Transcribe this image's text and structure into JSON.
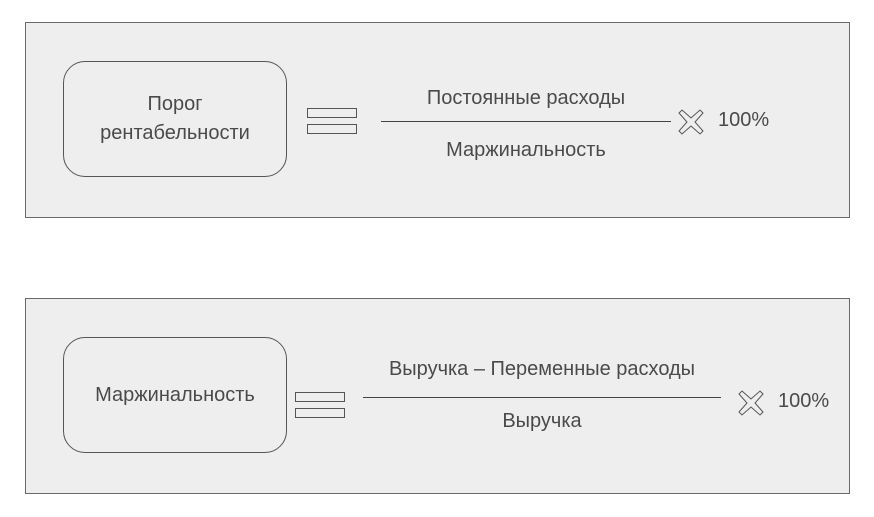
{
  "formulas": [
    {
      "term": "Порог рентабельности",
      "numerator": "Постоянные расходы",
      "denominator": "Маржинальность",
      "multiplier": "100%"
    },
    {
      "term": "Маржинальность",
      "numerator": "Выручка – Переменные расходы",
      "denominator": "Выручка",
      "multiplier": "100%"
    }
  ],
  "colors": {
    "panel": "#eeeeee",
    "stroke": "#555555"
  }
}
